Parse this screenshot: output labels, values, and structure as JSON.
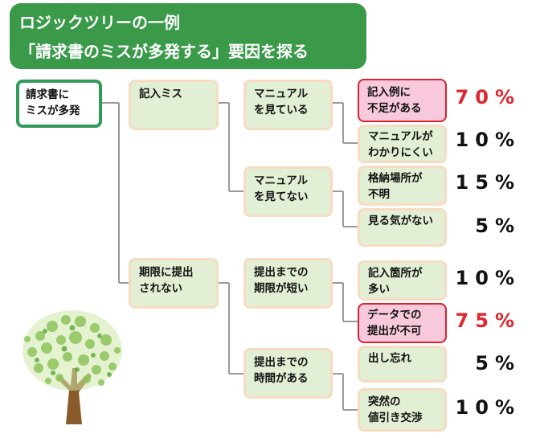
{
  "title": {
    "line1": "ロジックツリーの一例",
    "line2": "「請求書のミスが多発する」要因を探る"
  },
  "root": {
    "line1": "請求書に",
    "line2": "ミスが多発"
  },
  "level1": [
    {
      "line1": "記入ミス",
      "line2": ""
    },
    {
      "line1": "期限に提出",
      "line2": "されない"
    }
  ],
  "level2": [
    {
      "line1": "マニュアル",
      "line2": "を見ている"
    },
    {
      "line1": "マニュアル",
      "line2": "を見てない"
    },
    {
      "line1": "提出までの",
      "line2": "期限が短い"
    },
    {
      "line1": "提出までの",
      "line2": "時間がある"
    }
  ],
  "leaves": [
    {
      "line1": "記入例に",
      "line2": "不足がある",
      "pct": "70%",
      "highlight": true
    },
    {
      "line1": "マニュアルが",
      "line2": "わかりにくい",
      "pct": "10%",
      "highlight": false
    },
    {
      "line1": "格納場所が",
      "line2": "不明",
      "pct": "15%",
      "highlight": false
    },
    {
      "line1": "見る気がない",
      "line2": "",
      "pct": "5%",
      "highlight": false
    },
    {
      "line1": "記入箇所が",
      "line2": "多い",
      "pct": "10%",
      "highlight": false
    },
    {
      "line1": "データでの",
      "line2": "提出が不可",
      "pct": "75%",
      "highlight": true
    },
    {
      "line1": "出し忘れ",
      "line2": "",
      "pct": "5%",
      "highlight": false
    },
    {
      "line1": "突然の",
      "line2": "値引き交渉",
      "pct": "10%",
      "highlight": false
    }
  ],
  "colors": {
    "title_bg": "#3a9a4a",
    "box_bg": "#e2efd4",
    "box_border": "#f6dcc2",
    "root_border": "#2f9a5a",
    "highlight_bg": "#f8c9dd",
    "highlight_border": "#d9232f",
    "highlight_text": "#e1252d",
    "line": "#9a9a9a"
  },
  "decoration": {
    "tree_icon": "tree-icon"
  }
}
